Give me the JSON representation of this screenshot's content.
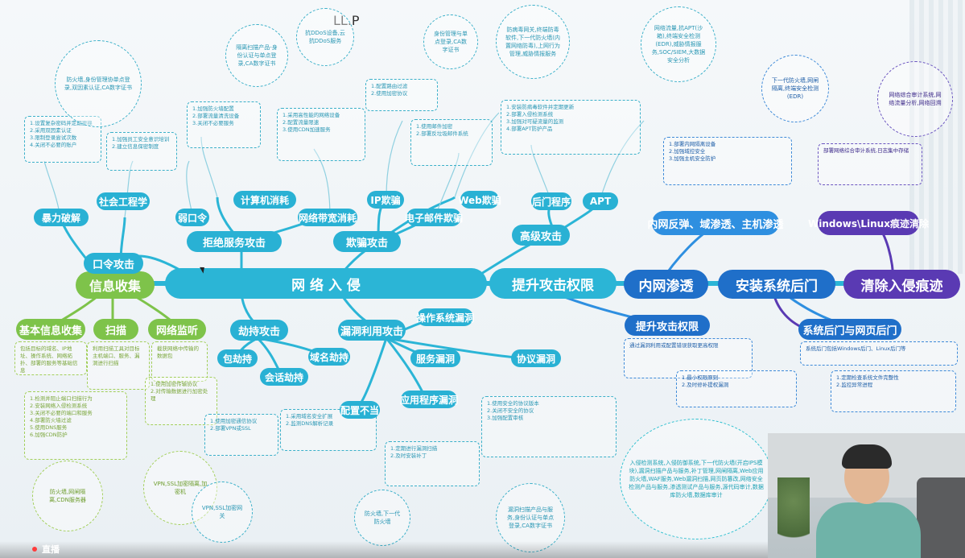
{
  "header": {
    "label": "LL.P"
  },
  "trunk": {
    "main": "网 络 入 侵",
    "escalate": "提升攻击权限",
    "lateral": "内网渗透",
    "backdoor": "安装系统后门",
    "clean": "清除入侵痕迹"
  },
  "info": {
    "title": "信息收集",
    "basic": "基本信息收集",
    "scan": "扫描",
    "monitor": "网络监听",
    "fw_bubble": "防火墙,网闸隔离,CDN服务器",
    "vpn_bubble": "VPN,SSL加密隔离,加密机"
  },
  "password": {
    "title": "口令攻击",
    "brute": "暴力破解",
    "social": "社会工程学",
    "weak": "弱口令",
    "bubble": "防火墙,身份管理协单点登录,双因素认证,CA数字证书"
  },
  "dos": {
    "title": "拒绝服务攻击",
    "resource": "计算机消耗",
    "bandwidth": "网络带宽消耗",
    "bubble1": "隔离扫描产品-身份认证与单点登录,CA数字证书",
    "bubble2": "抗DDoS设备,云抗DDoS服务"
  },
  "fraud": {
    "title": "欺骗攻击",
    "ip": "IP欺骗",
    "email": "电子邮件欺骗",
    "web": "Web欺骗",
    "bubble": "身份管理与单点登录,CA数字证书",
    "bubble2": "防病毒网关,终端防毒软件,下一代防火墙(内置网络防毒),上网行为管理,威胁情报服务"
  },
  "advanced": {
    "title": "高级攻击",
    "backdoor": "后门程序",
    "apt": "APT",
    "bubble": "网络流量,抗APT(沙箱),终端安全检测(EDR),威胁情报服务,SOC/SIEM,大数据安全分析"
  },
  "hijack": {
    "title": "劫持攻击",
    "bag": "包劫持",
    "session": "会话劫持",
    "domain": "域名劫持",
    "bubble": "VPN,SSL加密网关"
  },
  "vuln": {
    "title": "漏洞利用攻击",
    "os": "操作系统漏洞",
    "service": "服务漏洞",
    "protocol": "协议漏洞",
    "config": "配置不当",
    "app": "应用程序漏洞",
    "bubble": "防火墙,下一代防火墙",
    "bubble2": "漏洞扫描产品与服务,身份认证与单点登录,CA数字证书"
  },
  "inner": {
    "title": "内网反弹、域渗透、主机渗透",
    "bubble": "下一代防火墙,网闸隔离,终端安全检测(EDR)",
    "bubble2": "入侵检测系统,入侵防御系统,下一代防火墙(开启IPS模块),漏洞扫描产品与服务,补丁管理,网闸隔离,Web应用防火墙,WAF服务,Web漏洞扫描,网页防篡改,网络安全检测产品与服务,渗透测试产品与服务,源代码审计,数据库防火墙,数据库审计"
  },
  "winlinux": {
    "title": "Windows\\Linux痕迹清除",
    "bubble": "网络综合审计系统,网络流量分析,网络回溯"
  },
  "escalate2": {
    "title": "提升攻击权限"
  },
  "sysbackdoor": {
    "title": "系统后门与网页后门"
  },
  "live": {
    "label": "直播"
  }
}
